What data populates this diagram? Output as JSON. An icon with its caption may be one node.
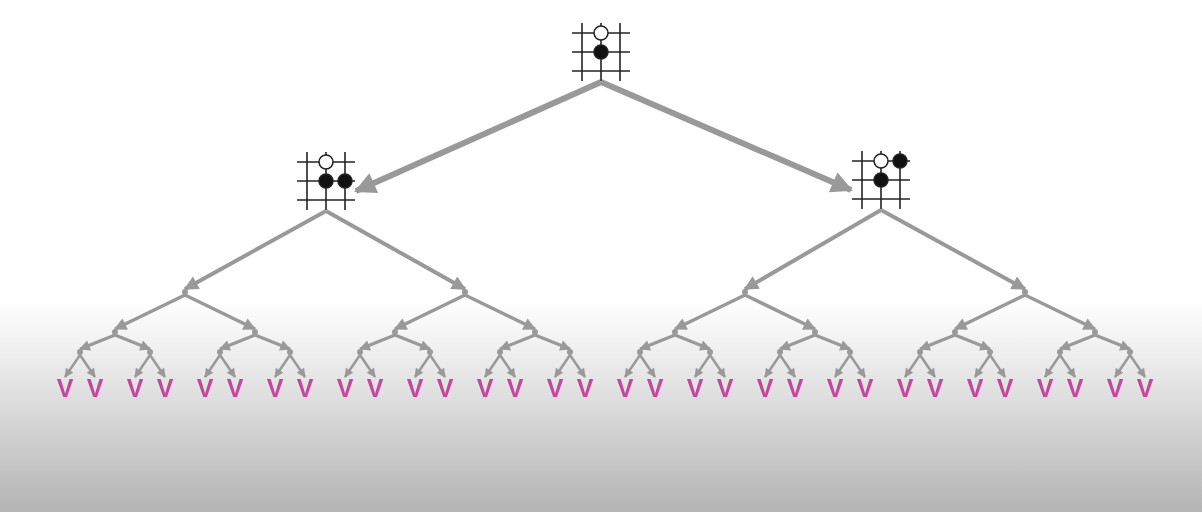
{
  "diagram": {
    "nodes": [
      {
        "text": [],
        "shape": "picture"
      },
      {
        "text": [],
        "shape": "picture"
      },
      {
        "text": [],
        "shape": "picture"
      },
      {
        "text": [],
        "shape": "point"
      },
      {
        "text": [],
        "shape": "point"
      },
      {
        "text": [],
        "shape": "point"
      },
      {
        "text": [],
        "shape": "point"
      },
      {
        "text": [],
        "shape": "point"
      },
      {
        "text": [],
        "shape": "point"
      },
      {
        "text": [],
        "shape": "point"
      },
      {
        "text": [],
        "shape": "point"
      },
      {
        "text": [],
        "shape": "point"
      },
      {
        "text": [],
        "shape": "point"
      },
      {
        "text": [],
        "shape": "point"
      },
      {
        "text": [],
        "shape": "point"
      },
      {
        "text": [],
        "shape": "point"
      },
      {
        "text": [],
        "shape": "point"
      },
      {
        "text": [],
        "shape": "point"
      },
      {
        "text": [],
        "shape": "point"
      },
      {
        "text": [],
        "shape": "point"
      },
      {
        "text": [],
        "shape": "point"
      },
      {
        "text": [],
        "shape": "point"
      },
      {
        "text": [],
        "shape": "point"
      },
      {
        "text": [],
        "shape": "point"
      },
      {
        "text": [],
        "shape": "point"
      },
      {
        "text": [],
        "shape": "point"
      },
      {
        "text": [],
        "shape": "point"
      },
      {
        "text": [],
        "shape": "point"
      },
      {
        "text": [],
        "shape": "point"
      },
      {
        "text": [],
        "shape": "point"
      },
      {
        "text": [],
        "shape": "point"
      },
      {
        "text": [
          "V"
        ]
      },
      {
        "text": [
          "V"
        ]
      },
      {
        "text": [
          "V"
        ]
      },
      {
        "text": [
          "V"
        ]
      },
      {
        "text": [
          "V"
        ]
      },
      {
        "text": [
          "V"
        ]
      },
      {
        "text": [
          "V"
        ]
      },
      {
        "text": [
          "V"
        ]
      },
      {
        "text": [
          "V"
        ]
      },
      {
        "text": [
          "V"
        ]
      },
      {
        "text": [
          "V"
        ]
      },
      {
        "text": [
          "V"
        ]
      },
      {
        "text": [
          "V"
        ]
      },
      {
        "text": [
          "V"
        ]
      },
      {
        "text": [
          "V"
        ]
      },
      {
        "text": [
          "V"
        ]
      },
      {
        "text": [
          "V"
        ]
      },
      {
        "text": [
          "V"
        ]
      },
      {
        "text": [
          "V"
        ]
      },
      {
        "text": [
          "V"
        ]
      },
      {
        "text": [
          "V"
        ]
      },
      {
        "text": [
          "V"
        ]
      },
      {
        "text": [
          "V"
        ]
      },
      {
        "text": [
          "V"
        ]
      },
      {
        "text": [
          "V"
        ]
      },
      {
        "text": [
          "V"
        ]
      },
      {
        "text": [
          "V"
        ]
      },
      {
        "text": [
          "V"
        ]
      },
      {
        "text": [
          "V"
        ]
      },
      {
        "text": [
          "V"
        ]
      },
      {
        "text": [
          "V"
        ]
      },
      {
        "text": [
          "V"
        ]
      }
    ],
    "edges": [
      {
        "from": 0,
        "to": 1,
        "arrow": "to",
        "style": "thick"
      },
      {
        "from": 0,
        "to": 2,
        "arrow": "to",
        "style": "thick"
      },
      {
        "from": 1,
        "to": 3,
        "arrow": "to"
      },
      {
        "from": 1,
        "to": 4,
        "arrow": "to"
      },
      {
        "from": 2,
        "to": 5,
        "arrow": "to"
      },
      {
        "from": 2,
        "to": 6,
        "arrow": "to"
      },
      {
        "from": 3,
        "to": 7,
        "arrow": "to"
      },
      {
        "from": 3,
        "to": 8,
        "arrow": "to"
      },
      {
        "from": 4,
        "to": 9,
        "arrow": "to"
      },
      {
        "from": 4,
        "to": 10,
        "arrow": "to"
      },
      {
        "from": 5,
        "to": 11,
        "arrow": "to"
      },
      {
        "from": 5,
        "to": 12,
        "arrow": "to"
      },
      {
        "from": 6,
        "to": 13,
        "arrow": "to"
      },
      {
        "from": 6,
        "to": 14,
        "arrow": "to"
      },
      {
        "from": 7,
        "to": 15,
        "arrow": "to"
      },
      {
        "from": 7,
        "to": 16,
        "arrow": "to"
      },
      {
        "from": 8,
        "to": 17,
        "arrow": "to"
      },
      {
        "from": 8,
        "to": 18,
        "arrow": "to"
      },
      {
        "from": 9,
        "to": 19,
        "arrow": "to"
      },
      {
        "from": 9,
        "to": 20,
        "arrow": "to"
      },
      {
        "from": 10,
        "to": 21,
        "arrow": "to"
      },
      {
        "from": 10,
        "to": 22,
        "arrow": "to"
      },
      {
        "from": 11,
        "to": 23,
        "arrow": "to"
      },
      {
        "from": 11,
        "to": 24,
        "arrow": "to"
      },
      {
        "from": 12,
        "to": 25,
        "arrow": "to"
      },
      {
        "from": 12,
        "to": 26,
        "arrow": "to"
      },
      {
        "from": 13,
        "to": 27,
        "arrow": "to"
      },
      {
        "from": 13,
        "to": 28,
        "arrow": "to"
      },
      {
        "from": 14,
        "to": 29,
        "arrow": "to"
      },
      {
        "from": 14,
        "to": 30,
        "arrow": "to"
      },
      {
        "from": 15,
        "to": 31,
        "arrow": "to"
      },
      {
        "from": 15,
        "to": 32,
        "arrow": "to"
      },
      {
        "from": 16,
        "to": 33,
        "arrow": "to"
      },
      {
        "from": 16,
        "to": 34,
        "arrow": "to"
      },
      {
        "from": 17,
        "to": 35,
        "arrow": "to"
      },
      {
        "from": 17,
        "to": 36,
        "arrow": "to"
      },
      {
        "from": 18,
        "to": 37,
        "arrow": "to"
      },
      {
        "from": 18,
        "to": 38,
        "arrow": "to"
      },
      {
        "from": 19,
        "to": 39,
        "arrow": "to"
      },
      {
        "from": 19,
        "to": 40,
        "arrow": "to"
      },
      {
        "from": 20,
        "to": 41,
        "arrow": "to"
      },
      {
        "from": 20,
        "to": 42,
        "arrow": "to"
      },
      {
        "from": 21,
        "to": 43,
        "arrow": "to"
      },
      {
        "from": 21,
        "to": 44,
        "arrow": "to"
      },
      {
        "from": 22,
        "to": 45,
        "arrow": "to"
      },
      {
        "from": 22,
        "to": 46,
        "arrow": "to"
      },
      {
        "from": 23,
        "to": 47,
        "arrow": "to"
      },
      {
        "from": 23,
        "to": 48,
        "arrow": "to"
      },
      {
        "from": 24,
        "to": 49,
        "arrow": "to"
      },
      {
        "from": 24,
        "to": 50,
        "arrow": "to"
      },
      {
        "from": 25,
        "to": 51,
        "arrow": "to"
      },
      {
        "from": 25,
        "to": 52,
        "arrow": "to"
      },
      {
        "from": 26,
        "to": 53,
        "arrow": "to"
      },
      {
        "from": 26,
        "to": 54,
        "arrow": "to"
      },
      {
        "from": 27,
        "to": 55,
        "arrow": "to"
      },
      {
        "from": 27,
        "to": 56,
        "arrow": "to"
      },
      {
        "from": 28,
        "to": 57,
        "arrow": "to"
      },
      {
        "from": 28,
        "to": 58,
        "arrow": "to"
      },
      {
        "from": 29,
        "to": 59,
        "arrow": "to"
      },
      {
        "from": 29,
        "to": 60,
        "arrow": "to"
      },
      {
        "from": 30,
        "to": 61,
        "arrow": "to"
      },
      {
        "from": 30,
        "to": 62,
        "arrow": "to"
      }
    ]
  }
}
